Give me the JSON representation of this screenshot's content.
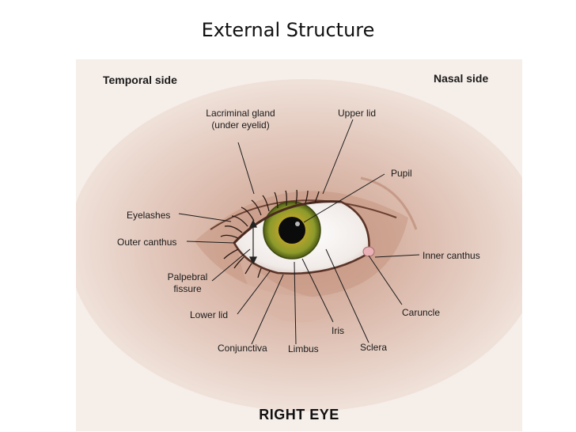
{
  "slide": {
    "title": "External Structure"
  },
  "figure": {
    "side_temporal": "Temporal side",
    "side_nasal": "Nasal side",
    "caption": "RIGHT EYE",
    "labels": {
      "lacrimal_gland": "Lacriminal gland\n(under eyelid)",
      "upper_lid": "Upper lid",
      "pupil": "Pupil",
      "eyelashes": "Eyelashes",
      "outer_canthus": "Outer canthus",
      "inner_canthus": "Inner canthus",
      "palpebral_fissure": "Palpebral\nfissure",
      "lower_lid": "Lower lid",
      "caruncle": "Caruncle",
      "iris": "Iris",
      "conjunctiva": "Conjunctiva",
      "limbus": "Limbus",
      "sclera": "Sclera"
    }
  }
}
